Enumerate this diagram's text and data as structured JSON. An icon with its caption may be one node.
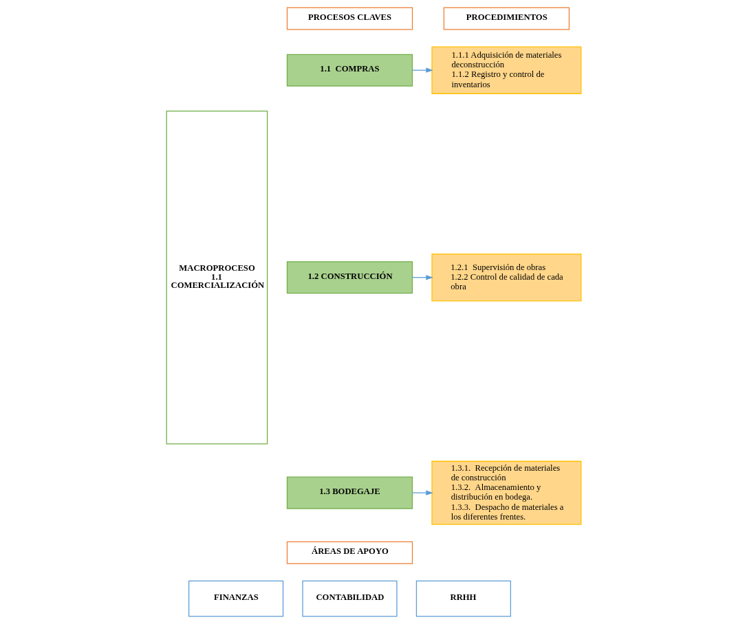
{
  "diagram": {
    "nodes": [
      {
        "text": [
          "MACROPROCESO 1.1 COMERCIALIZACIÓN"
        ]
      },
      {
        "text": [
          "PROCESOS CLAVES"
        ]
      },
      {
        "text": [
          "PROCEDIMIENTOS"
        ]
      },
      {
        "text": [
          "1.1  COMPRAS"
        ]
      },
      {
        "text": [
          "1.1.1 Adquisición de materiales deconstrucción",
          "1.1.2 Registro y control de inventarios"
        ]
      },
      {
        "text": [
          "1.2 CONSTRUCCIÓN"
        ]
      },
      {
        "text": [
          "1.2.1  Supervisión de obras",
          "1.2.2 Control de calidad de cada obra"
        ]
      },
      {
        "text": [
          "1.3 BODEGAJE"
        ]
      },
      {
        "text": [
          "1.3.1.  Recepción de materiales de construcción",
          "1.3.2.  Almacenamiento y distribución en bodega.",
          "1.3.3.  Despacho de materiales a los diferentes frentes."
        ]
      },
      {
        "text": [
          "ÁREAS DE APOYO"
        ]
      },
      {
        "text": [
          "FINANZAS"
        ]
      },
      {
        "text": [
          "CONTABILIDAD"
        ]
      },
      {
        "text": [
          "RRHH"
        ]
      }
    ],
    "edges": [
      {
        "from": 3,
        "to": 4,
        "arrow": "to"
      },
      {
        "from": 5,
        "to": 6,
        "arrow": "to"
      },
      {
        "from": 7,
        "to": 8,
        "arrow": "to"
      }
    ]
  }
}
